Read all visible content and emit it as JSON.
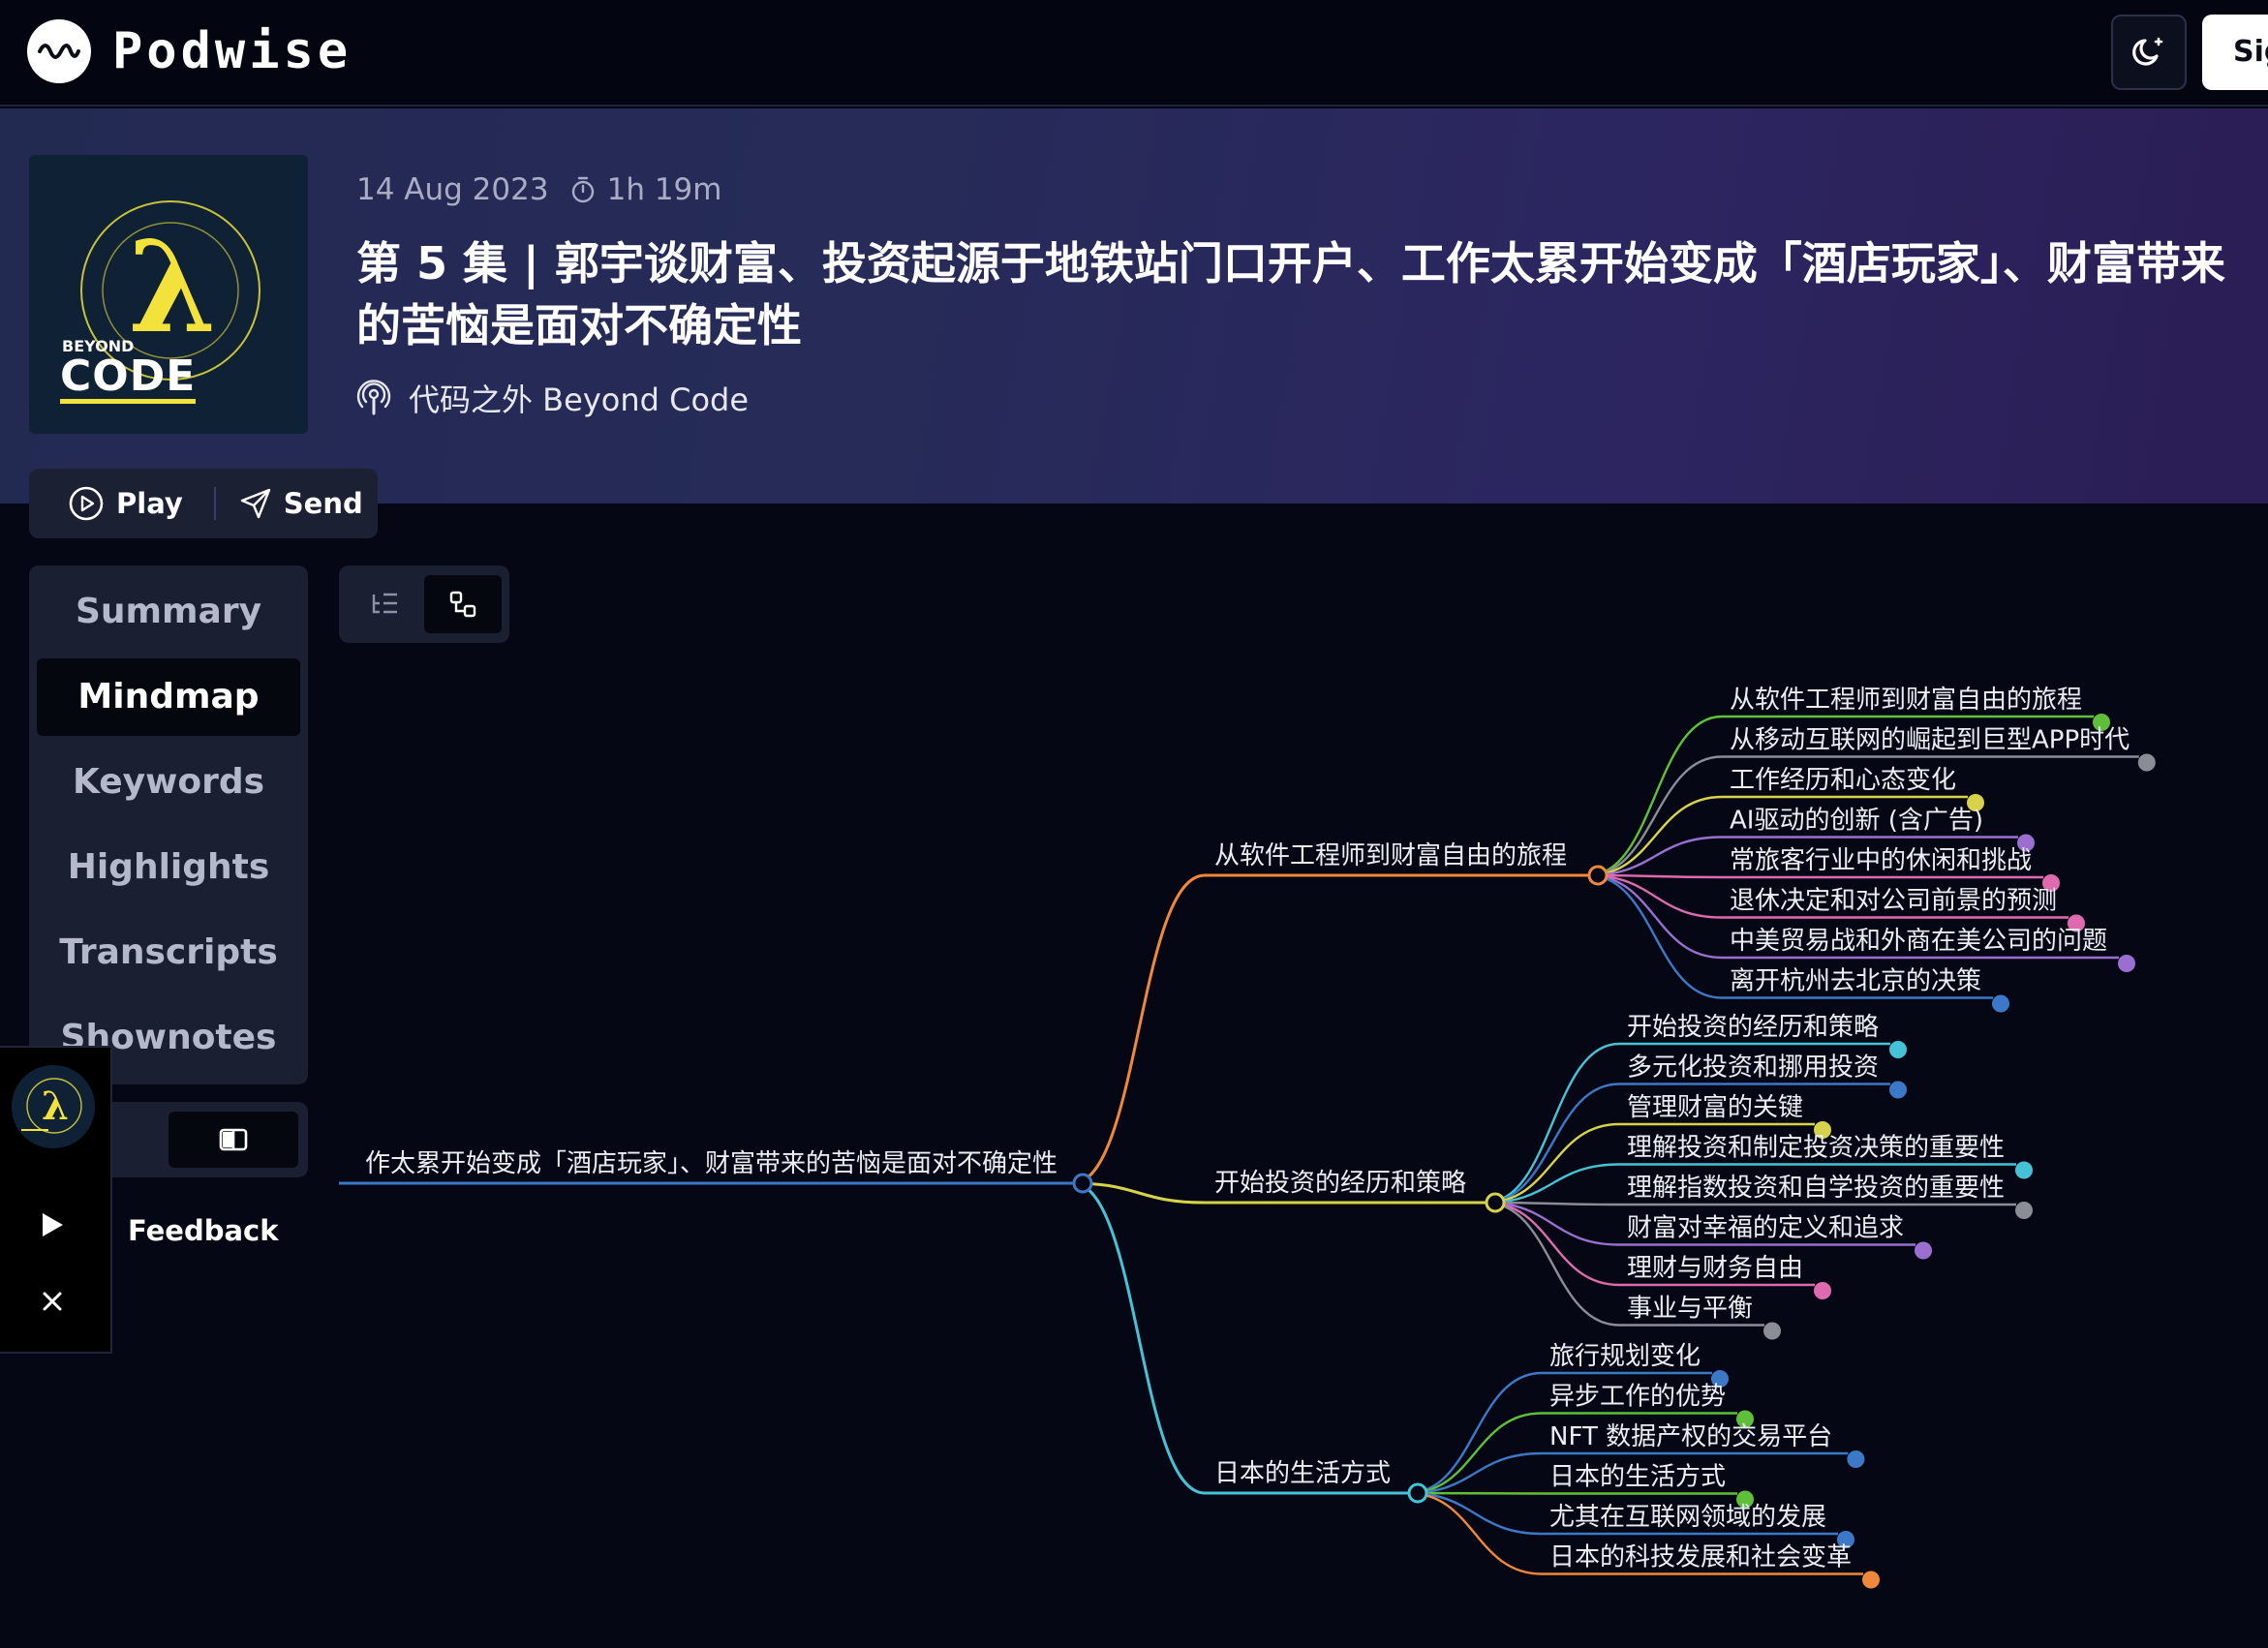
{
  "app": {
    "name": "Podwise",
    "signin_label": "Sig"
  },
  "header": {
    "theme_icon": "moon-icon"
  },
  "episode": {
    "date": "14 Aug 2023",
    "duration": "1h 19m",
    "title_line1": "第 5 集 | 郭宇谈财富、投资起源于地铁站门口开户、工作太累开始变成「酒店玩家」、财富带来",
    "title_line2": "的苦恼是面对不确定性",
    "podcast": "代码之外 Beyond Code",
    "cover_text_top": "BEYOND",
    "cover_text_bottom": "CODE"
  },
  "actions": {
    "play": "Play",
    "send": "Send"
  },
  "sidenav": {
    "items": [
      {
        "label": "Summary"
      },
      {
        "label": "Mindmap",
        "active": true
      },
      {
        "label": "Keywords"
      },
      {
        "label": "Highlights"
      },
      {
        "label": "Transcripts"
      },
      {
        "label": "Shownotes"
      }
    ]
  },
  "feedback": "Feedback",
  "mindmap": {
    "root": "作太累开始变成「酒店玩家」、财富带来的苦恼是面对不确定性",
    "branches": [
      {
        "label": "从软件工程师到财富自由的旅程",
        "color": "#f0883c",
        "children": [
          {
            "label": "从软件工程师到财富自由的旅程",
            "color": "#5fbf3a"
          },
          {
            "label": "从移动互联网的崛起到巨型APP时代",
            "color": "#8a8d96"
          },
          {
            "label": "工作经历和心态变化",
            "color": "#d8d24a"
          },
          {
            "label": "AI驱动的创新 (含广告)",
            "color": "#9a6fd0"
          },
          {
            "label": "常旅客行业中的休闲和挑战",
            "color": "#e06ab0"
          },
          {
            "label": "退休决定和对公司前景的预测",
            "color": "#e06ab0"
          },
          {
            "label": "中美贸易战和外商在美公司的问题",
            "color": "#9a6fd0"
          },
          {
            "label": "离开杭州去北京的决策",
            "color": "#3c78c8"
          }
        ]
      },
      {
        "label": "开始投资的经历和策略",
        "color": "#d8d24a",
        "children": [
          {
            "label": "开始投资的经历和策略",
            "color": "#46c2d6"
          },
          {
            "label": "多元化投资和挪用投资",
            "color": "#3c78c8"
          },
          {
            "label": "管理财富的关键",
            "color": "#d8d24a"
          },
          {
            "label": "理解投资和制定投资决策的重要性",
            "color": "#46c2d6"
          },
          {
            "label": "理解指数投资和自学投资的重要性",
            "color": "#8a8d96"
          },
          {
            "label": "财富对幸福的定义和追求",
            "color": "#9a6fd0"
          },
          {
            "label": "理财与财务自由",
            "color": "#e06ab0"
          },
          {
            "label": "事业与平衡",
            "color": "#8a8d96"
          }
        ]
      },
      {
        "label": "日本的生活方式",
        "color": "#46c2d6",
        "children": [
          {
            "label": "旅行规划变化",
            "color": "#3c78c8"
          },
          {
            "label": "异步工作的优势",
            "color": "#5fbf3a"
          },
          {
            "label": "NFT 数据产权的交易平台",
            "color": "#3c78c8"
          },
          {
            "label": "日本的生活方式",
            "color": "#5fbf3a"
          },
          {
            "label": "尤其在互联网领域的发展",
            "color": "#3c78c8"
          },
          {
            "label": "日本的科技发展和社会变革",
            "color": "#f0883c"
          }
        ]
      }
    ]
  }
}
